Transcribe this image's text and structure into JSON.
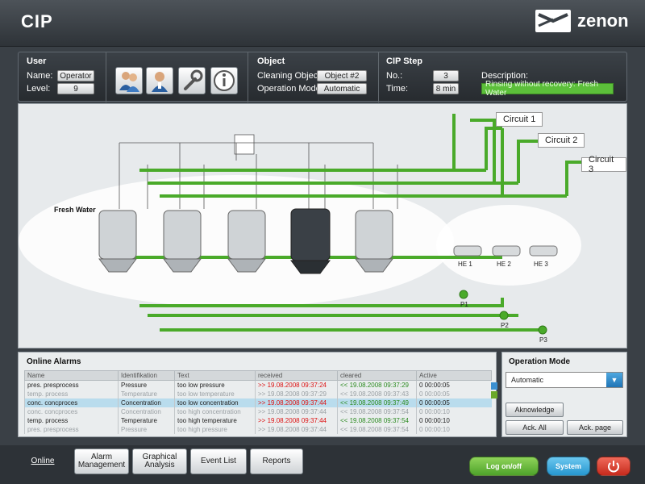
{
  "app": {
    "title": "CIP",
    "brand": "zenon"
  },
  "user": {
    "section": "User",
    "name_label": "Name:",
    "name_value": "Operator",
    "level_label": "Level:",
    "level_value": "9"
  },
  "toolbar_icons": [
    "users-icon",
    "user-icon",
    "wrench-icon",
    "info-icon"
  ],
  "object": {
    "section": "Object",
    "cleaning_label": "Cleaning Object:",
    "cleaning_value": "Object #2",
    "mode_label": "Operation Mode:",
    "mode_value": "Automatic"
  },
  "cip_step": {
    "section": "CIP Step",
    "no_label": "No.:",
    "no_value": "3",
    "time_label": "Time:",
    "time_value": "8 min",
    "desc_label": "Description:",
    "desc_value": "Rinsing without recovery: Fresh Water"
  },
  "diagram": {
    "fresh_water": "Fresh Water",
    "circuits": [
      "Circuit 1",
      "Circuit 2",
      "Circuit 3"
    ],
    "heat_exchangers": [
      "HE 1",
      "HE 2",
      "HE 3"
    ],
    "pumps": [
      "P1",
      "P2",
      "P3"
    ],
    "tank_colors": [
      "#5fb430",
      "#e0a020",
      "#39b5d8",
      "#d0308a",
      "#e02020"
    ],
    "pipe_color": "#4aaa2a"
  },
  "alarms": {
    "title": "Online Alarms",
    "columns": [
      "Name",
      "Identifikation",
      "Text",
      "received",
      "cleared",
      "Active"
    ],
    "rows": [
      {
        "name": "pres. presprocess",
        "ident": "Pressure",
        "text": "too low pressure",
        "received": ">> 19.08.2008 09:37:24",
        "cleared": "<< 19.08.2008 09:37:29",
        "active": "0 00:00:05",
        "style": "normal"
      },
      {
        "name": "temp. process",
        "ident": "Temperature",
        "text": "too low temperature",
        "received": ">> 19.08.2008 09:37:29",
        "cleared": "<< 19.08.2008 09:37:43",
        "active": "0 00:00:05",
        "style": "faint"
      },
      {
        "name": "conc. concproces",
        "ident": "Concentration",
        "text": "too low concentration",
        "received": ">> 19.08.2008 09:37:44",
        "cleared": "<< 19.08.2008 09:37:49",
        "active": "0 00:00:05",
        "style": "selected"
      },
      {
        "name": "conc. concproces",
        "ident": "Concentration",
        "text": "too high concentration",
        "received": ">> 19.08.2008 09:37:44",
        "cleared": "<< 19.08.2008 09:37:54",
        "active": "0 00:00:10",
        "style": "faint"
      },
      {
        "name": "temp. process",
        "ident": "Temperature",
        "text": "too high temperature",
        "received": ">> 19.08.2008 09:37:44",
        "cleared": "<< 19.08.2008 09:37:54",
        "active": "0 00:00:10",
        "style": "normal"
      },
      {
        "name": "pres. presprocess",
        "ident": "Pressure",
        "text": "too high pressure",
        "received": ">> 19.08.2008 09:37:44",
        "cleared": "<< 19.08.2008 09:37:54",
        "active": "0 00:00:10",
        "style": "faint"
      }
    ]
  },
  "opmode": {
    "title": "Operation Mode",
    "selected": "Automatic",
    "ack": "Aknowledge",
    "ack_all": "Ack. All",
    "ack_page": "Ack. page"
  },
  "tabs": [
    "Online",
    "Alarm Management",
    "Graphical Analysis",
    "Event List",
    "Reports"
  ],
  "footer_buttons": {
    "logon": "Log on/off",
    "system": "System"
  }
}
